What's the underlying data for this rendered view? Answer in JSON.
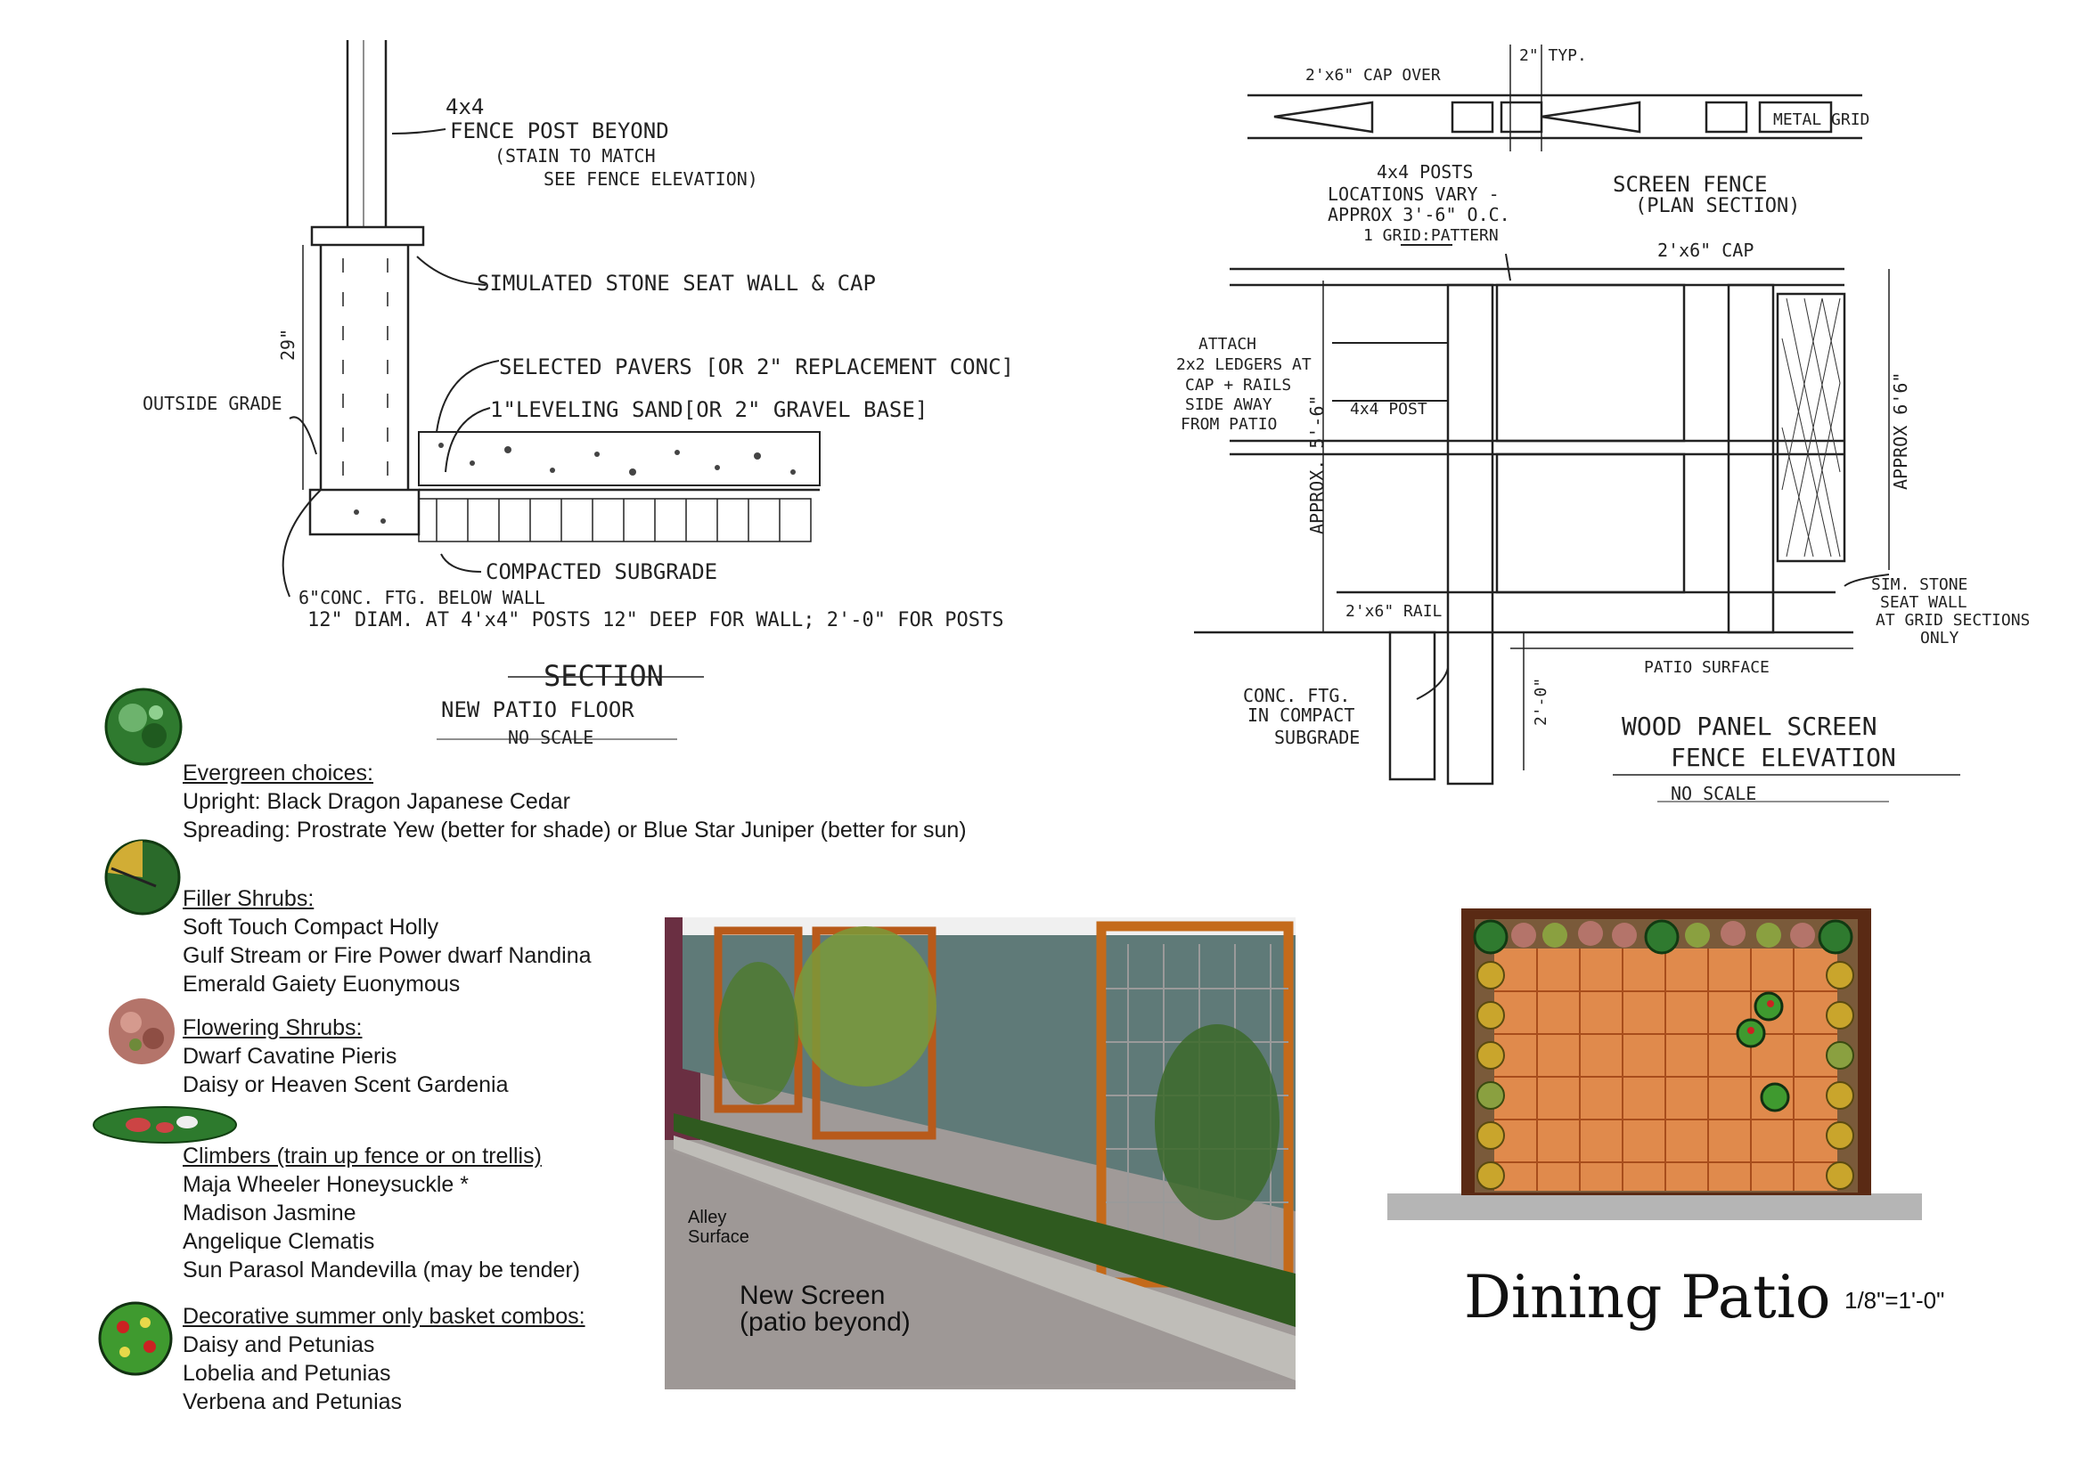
{
  "section_drawing": {
    "post_label_1": "4x4",
    "post_label_2": "FENCE POST BEYOND",
    "post_label_3": "(STAIN TO MATCH",
    "post_label_4": "SEE FENCE ELEVATION)",
    "wall_label": "SIMULATED STONE SEAT WALL & CAP",
    "height_label": "29\"",
    "outside_grade": "OUTSIDE GRADE",
    "pavers_label": "SELECTED PAVERS [OR 2\" REPLACEMENT CONC]",
    "sand_label": "1\"LEVELING SAND[OR 2\" GRAVEL BASE]",
    "subgrade_label": "COMPACTED SUBGRADE",
    "footing_label_1": "6\"CONC. FTG. BELOW WALL",
    "footing_label_2": "12\" DIAM. AT 4'x4\" POSTS 12\" DEEP FOR WALL; 2'-0\" FOR POSTS",
    "title": "SECTION",
    "subtitle": "NEW PATIO FLOOR",
    "scale": "NO SCALE"
  },
  "fence_drawing": {
    "cap_label": "2'x6\" CAP OVER",
    "typ_label": "2\" TYP.",
    "metal_grid": "METAL GRID",
    "posts_label_1": "4x4 POSTS",
    "posts_label_2": "LOCATIONS VARY -",
    "posts_label_3": "APPROX 3'-6\" O.C.",
    "posts_label_4": "1 GRID:PATTERN",
    "plan_title_1": "SCREEN FENCE",
    "plan_title_2": "(PLAN SECTION)",
    "cap_label_2": "2'x6\" CAP",
    "attach_1": "ATTACH",
    "attach_2": "2x2 LEDGERS AT",
    "attach_3": "CAP + RAILS",
    "attach_4": "SIDE AWAY",
    "attach_5": "FROM PATIO",
    "post_label": "4x4 POST",
    "height_left": "APPROX. 5'-6\"",
    "height_right": "APPROX 6'6\"",
    "rail_label": "2'x6\" RAIL",
    "stone_1": "SIM. STONE",
    "stone_2": "SEAT WALL",
    "stone_3": "AT GRID SECTIONS",
    "stone_4": "ONLY",
    "patio_surface": "PATIO SURFACE",
    "footing_1": "CONC. FTG.",
    "footing_2": "IN COMPACT",
    "footing_3": "SUBGRADE",
    "depth_label": "2'-0\"",
    "title_1": "WOOD PANEL SCREEN",
    "title_2": "FENCE ELEVATION",
    "scale": "NO SCALE"
  },
  "legend": {
    "evergreen": {
      "heading": "Evergreen choices:",
      "items": [
        "Upright: Black Dragon Japanese Cedar",
        "Spreading: Prostrate Yew (better for shade) or Blue Star Juniper (better for sun)"
      ]
    },
    "filler": {
      "heading": "Filler Shrubs:",
      "items": [
        "Soft Touch Compact Holly",
        "Gulf Stream or Fire Power dwarf Nandina",
        "Emerald Gaiety Euonymous"
      ]
    },
    "flowering": {
      "heading": "Flowering Shrubs:",
      "items": [
        "Dwarf Cavatine Pieris",
        "Daisy or Heaven Scent Gardenia"
      ]
    },
    "climbers": {
      "heading": "Climbers (train up fence or on trellis)",
      "items": [
        "Maja Wheeler Honeysuckle *",
        "Madison Jasmine",
        "Angelique Clematis",
        "Sun Parasol Mandevilla (may be tender)"
      ]
    },
    "baskets": {
      "heading": "Decorative summer only basket combos:",
      "items": [
        "Daisy and Petunias",
        "Lobelia and Petunias",
        "Verbena and Petunias"
      ]
    }
  },
  "photo": {
    "alley_label_1": "Alley",
    "alley_label_2": "Surface",
    "caption_1": "New Screen",
    "caption_2": "(patio beyond)"
  },
  "plan": {
    "title": "Dining Patio",
    "scale": "1/8\"=1'-0\""
  },
  "colors": {
    "paver": "#e08a4c",
    "grout": "#a84d1c",
    "frame": "#5a2a14",
    "base": "#b5b5b5",
    "evergreen": "#2f7a2f",
    "shrub_yellow": "#c9a52c",
    "flowering": "#b4746a"
  }
}
